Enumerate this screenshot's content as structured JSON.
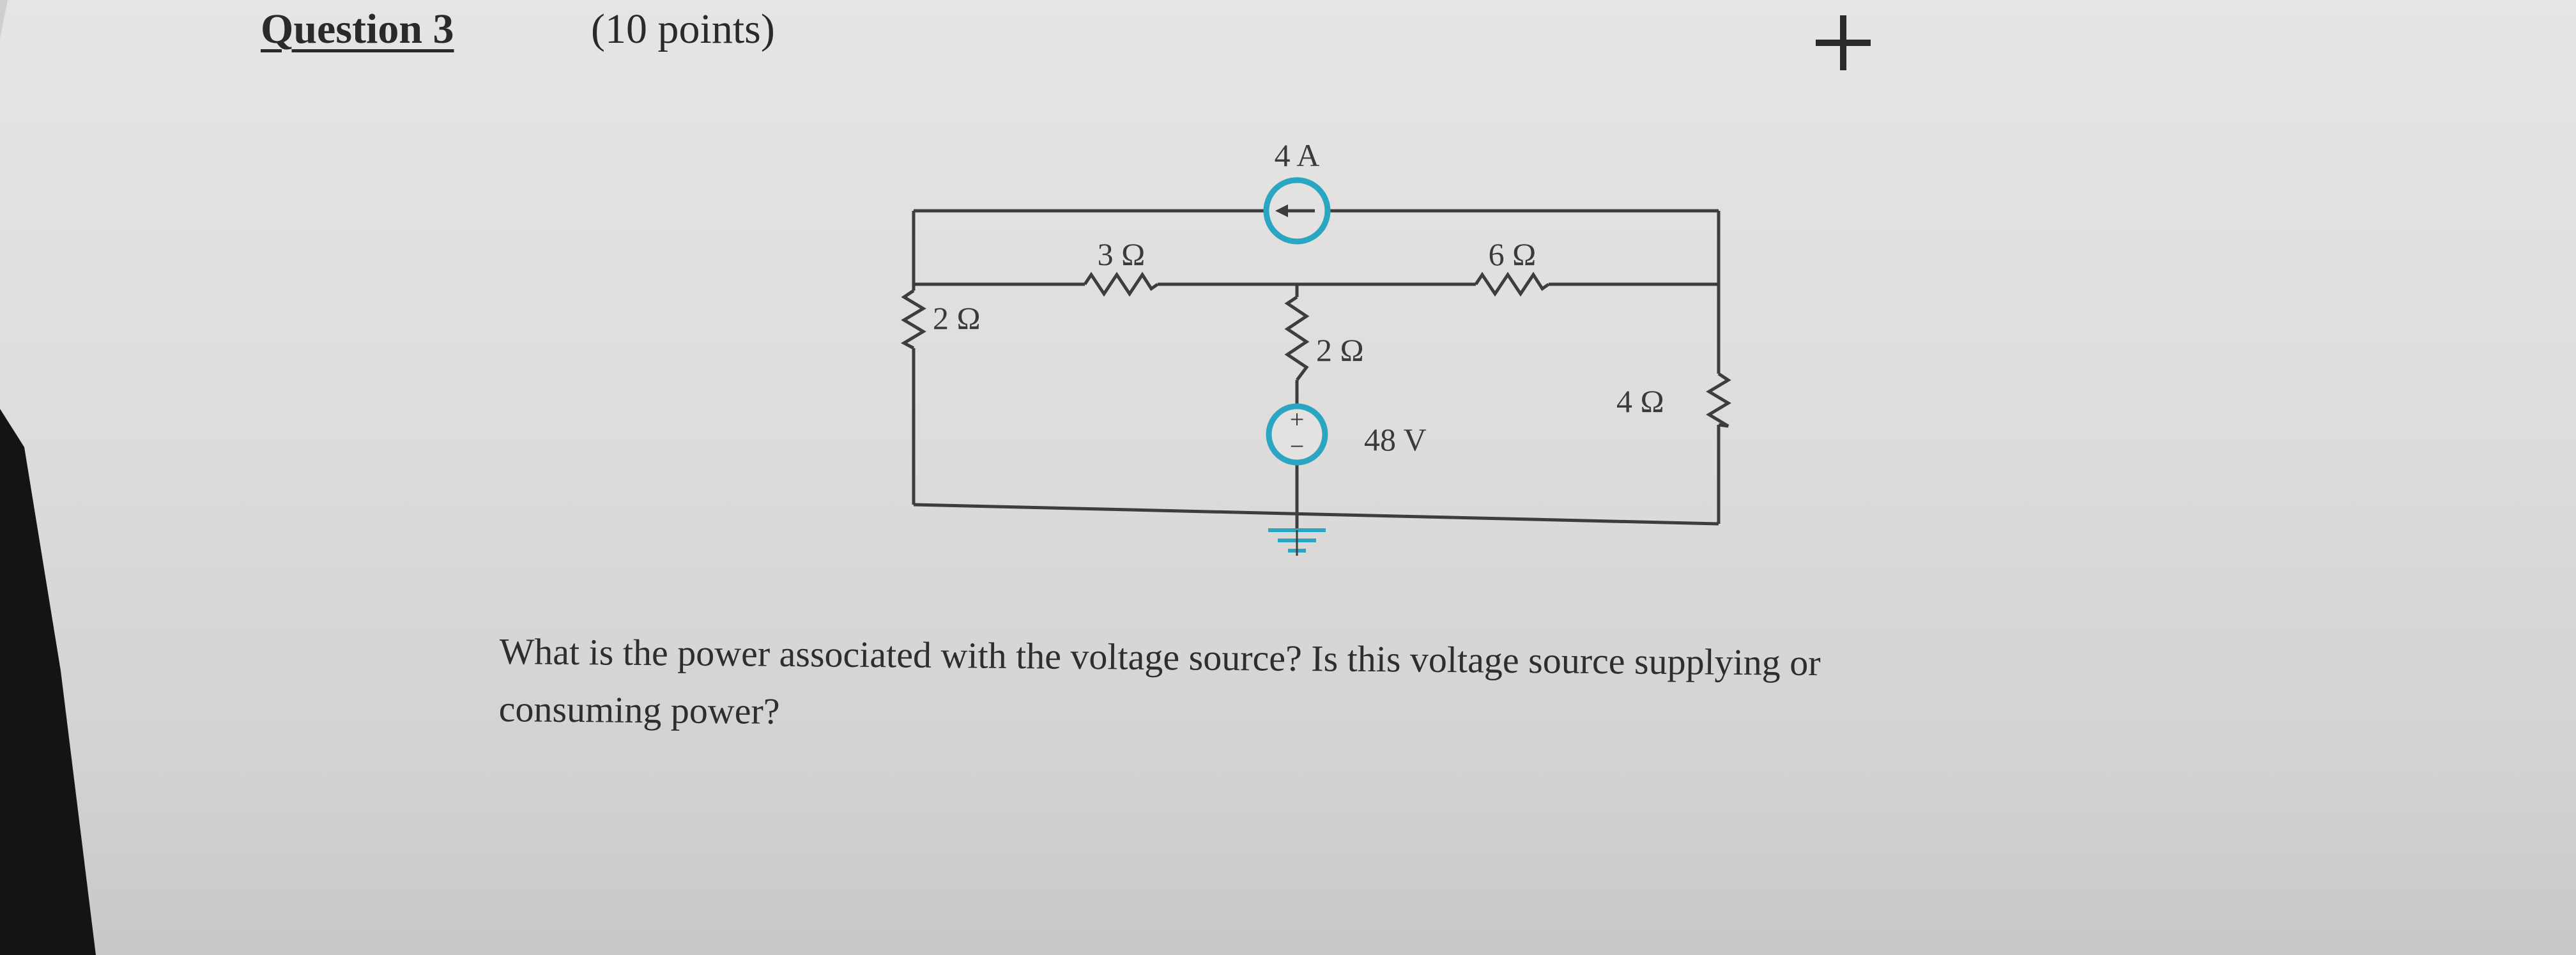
{
  "question": {
    "title": "Question 3",
    "points": "(10 points)",
    "prompt_line1": "What is the power associated with the voltage source? Is this voltage source supplying or",
    "prompt_line2": "consuming power?"
  },
  "toolbar": {
    "add_icon": "plus-icon"
  },
  "circuit": {
    "current_source_label": "4 A",
    "r_top_left": "3 Ω",
    "r_top_right": "6 Ω",
    "r_middle": "2 Ω",
    "r_left": "2 Ω",
    "r_right": "4 Ω",
    "voltage_source_label": "48 V",
    "plus_sign": "+",
    "minus_sign": "−",
    "accent_color": "#2ba6c2"
  }
}
